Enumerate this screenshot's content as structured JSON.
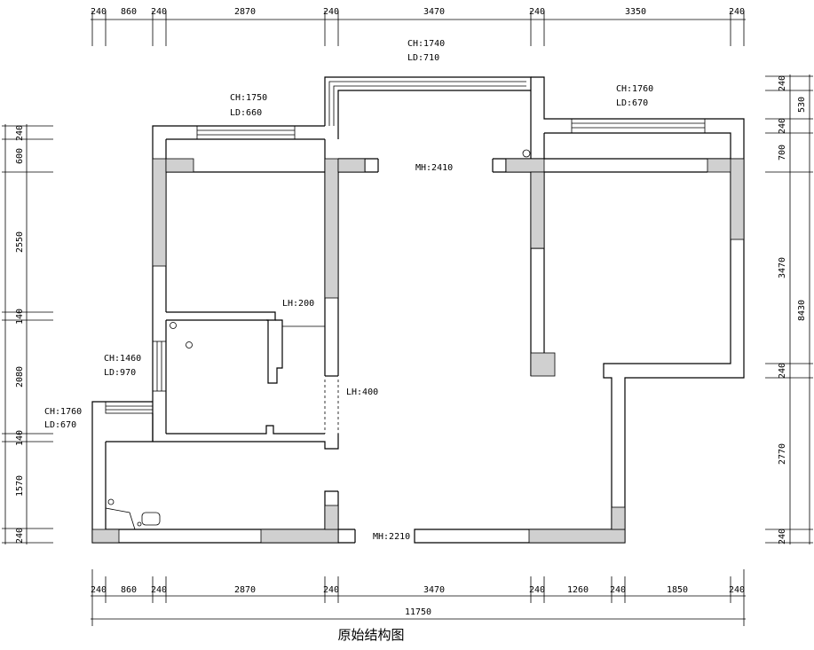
{
  "title": "原始结构图",
  "dimensions": {
    "top": [
      "240",
      "860",
      "240",
      "2870",
      "240",
      "3470",
      "240",
      "3350",
      "240"
    ],
    "bottom": [
      "240",
      "860",
      "240",
      "2870",
      "240",
      "3470",
      "240",
      "1260",
      "240",
      "1850",
      "240"
    ],
    "bottom_total": "11750",
    "left": [
      "240",
      "600",
      "2550",
      "140",
      "2080",
      "140",
      "1570",
      "240"
    ],
    "right": [
      "240",
      "530",
      "240",
      "700",
      "3470",
      "240",
      "2770",
      "240"
    ],
    "right_total": "8430"
  },
  "annotations": {
    "win_top": [
      "CH:1740",
      "LD:710"
    ],
    "win_left_room": [
      "CH:1750",
      "LD:660"
    ],
    "win_right_room": [
      "CH:1760",
      "LD:670"
    ],
    "win_bath": [
      "CH:1460",
      "LD:970"
    ],
    "win_kitchen": [
      "CH:1760",
      "LD:670"
    ],
    "mh_top": "MH:2410",
    "mh_bottom": "MH:2210",
    "lh_200": "LH:200",
    "lh_400": "LH:400"
  }
}
